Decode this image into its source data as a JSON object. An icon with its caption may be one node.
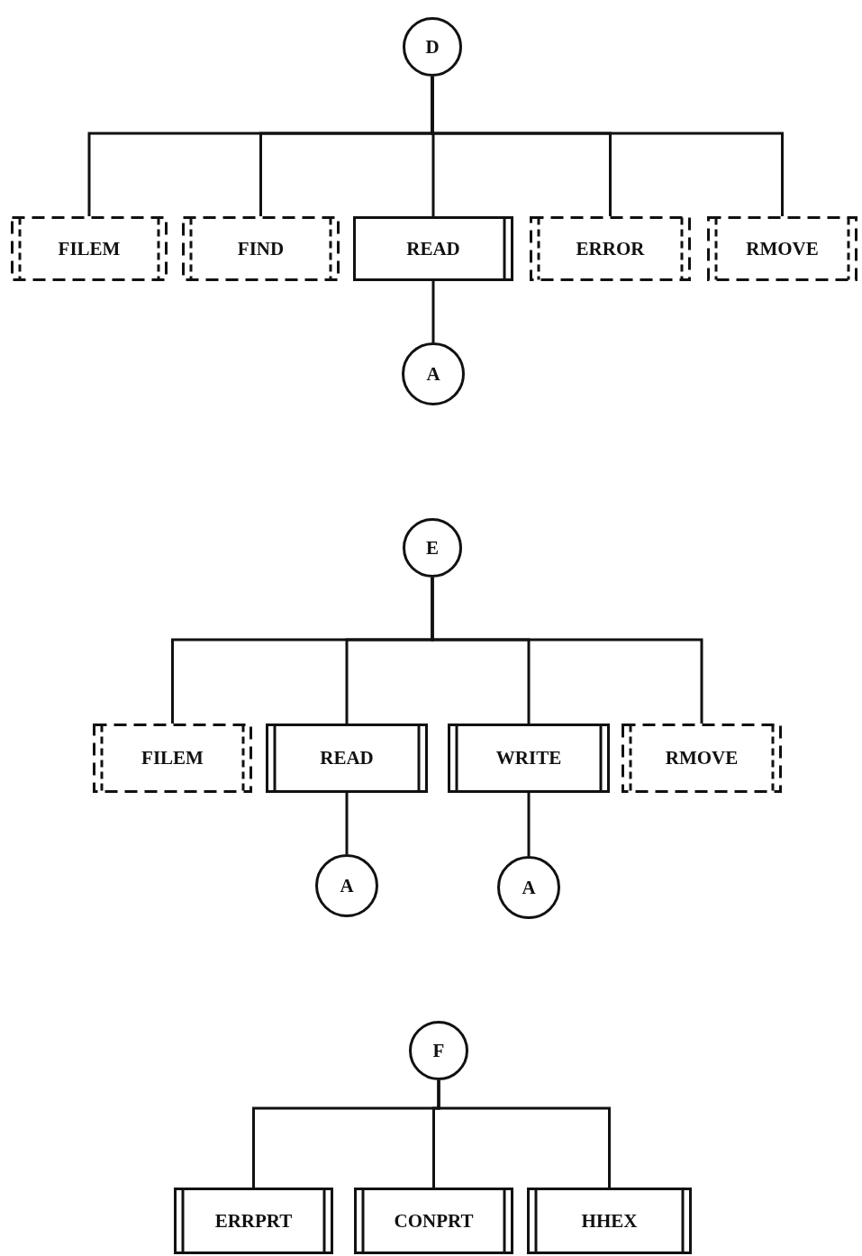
{
  "diagram": {
    "nodes": [
      {
        "text": [
          "D"
        ]
      },
      {
        "text": [
          "FILEM"
        ]
      },
      {
        "text": [
          "FIND"
        ]
      },
      {
        "text": [
          "READ"
        ]
      },
      {
        "text": [
          "ERROR"
        ]
      },
      {
        "text": [
          "RMOVE"
        ]
      },
      {
        "text": [
          "A"
        ]
      },
      {
        "text": [
          "E"
        ]
      },
      {
        "text": [
          "FILEM"
        ]
      },
      {
        "text": [
          "READ"
        ]
      },
      {
        "text": [
          "WRITE"
        ]
      },
      {
        "text": [
          "RMOVE"
        ]
      },
      {
        "text": [
          "A"
        ]
      },
      {
        "text": [
          "A"
        ]
      },
      {
        "text": [
          "F"
        ]
      },
      {
        "text": [
          "ERRPRT"
        ]
      },
      {
        "text": [
          "CONPRT"
        ]
      },
      {
        "text": [
          "HHEX"
        ]
      }
    ],
    "edges": [
      {
        "from": 0,
        "to": 1,
        "arrow": "none"
      },
      {
        "from": 0,
        "to": 2,
        "arrow": "none"
      },
      {
        "from": 0,
        "to": 3,
        "arrow": "none"
      },
      {
        "from": 0,
        "to": 4,
        "arrow": "none"
      },
      {
        "from": 0,
        "to": 5,
        "arrow": "none"
      },
      {
        "from": 3,
        "to": 6,
        "arrow": "none"
      },
      {
        "from": 7,
        "to": 8,
        "arrow": "none"
      },
      {
        "from": 7,
        "to": 9,
        "arrow": "none"
      },
      {
        "from": 7,
        "to": 10,
        "arrow": "none"
      },
      {
        "from": 7,
        "to": 11,
        "arrow": "none"
      },
      {
        "from": 9,
        "to": 12,
        "arrow": "none"
      },
      {
        "from": 10,
        "to": 13,
        "arrow": "none"
      },
      {
        "from": 14,
        "to": 15,
        "arrow": "none"
      },
      {
        "from": 14,
        "to": 16,
        "arrow": "none"
      },
      {
        "from": 14,
        "to": 17,
        "arrow": "none"
      }
    ]
  }
}
